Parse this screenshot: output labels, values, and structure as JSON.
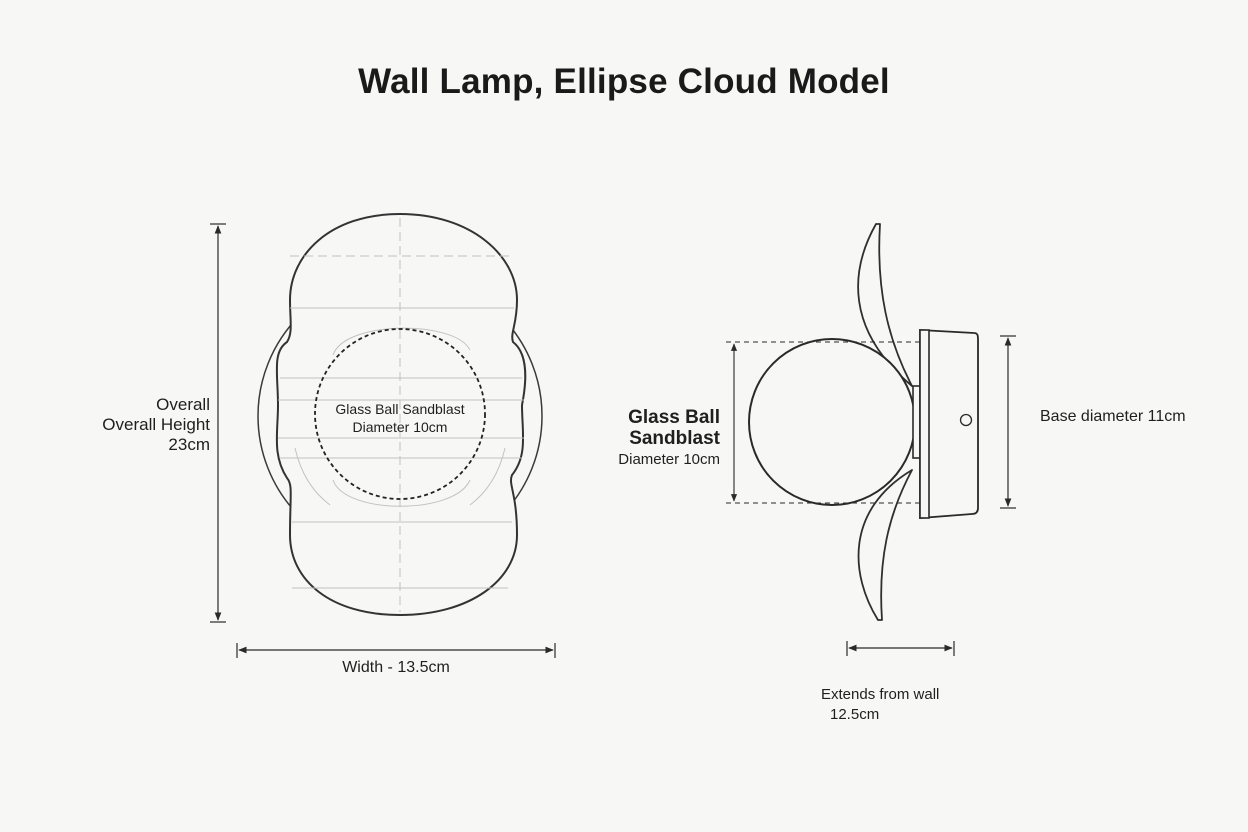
{
  "title": "Wall Lamp, Ellipse Cloud Model",
  "front_view": {
    "height_label_line1": "Overall",
    "height_label_line2": "Overall Height",
    "height_label_line3": "23cm",
    "width_label": "Width - 13.5cm",
    "ball_label_line1": "Glass Ball Sandblast",
    "ball_label_line2": "Diameter 10cm"
  },
  "side_view": {
    "ball_label_line1": "Glass Ball",
    "ball_label_line2": "Sandblast",
    "ball_label_line3": "Diameter 10cm",
    "base_label": "Base diameter 11cm",
    "extends_label_line1": "Extends from wall",
    "extends_label_line2": "12.5cm"
  },
  "colors": {
    "background": "#f7f7f6",
    "line": "#2a2a2a",
    "faint_line": "#b9b9b9"
  }
}
